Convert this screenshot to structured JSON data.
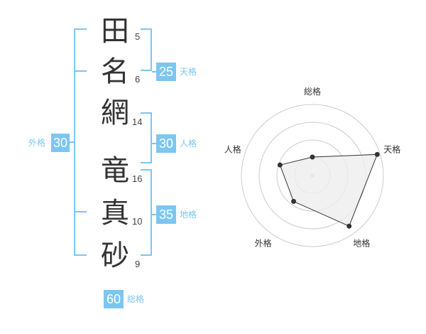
{
  "name_chars": [
    {
      "char": "田",
      "strokes": "5"
    },
    {
      "char": "名",
      "strokes": "6"
    },
    {
      "char": "網",
      "strokes": "14"
    },
    {
      "char": "竜",
      "strokes": "16"
    },
    {
      "char": "真",
      "strokes": "10"
    },
    {
      "char": "砂",
      "strokes": "9"
    }
  ],
  "fortunes": {
    "tenkaku": {
      "value": "25",
      "label": "天格"
    },
    "jinkaku": {
      "value": "30",
      "label": "人格"
    },
    "chikaku": {
      "value": "35",
      "label": "地格"
    },
    "gaikaku": {
      "value": "30",
      "label": "外格"
    },
    "soukaku": {
      "value": "60",
      "label": "総格"
    }
  },
  "chart_data": {
    "type": "radar",
    "axes": [
      "総格",
      "天格",
      "地格",
      "外格",
      "人格"
    ],
    "values": [
      0.26,
      0.96,
      0.88,
      0.45,
      0.48
    ],
    "range": [
      0,
      1
    ],
    "rings": 4,
    "colors": {
      "fill": "#eeeeee",
      "line": "#333333",
      "ring": "#cccccc",
      "accent": "#7cc6f2"
    }
  }
}
